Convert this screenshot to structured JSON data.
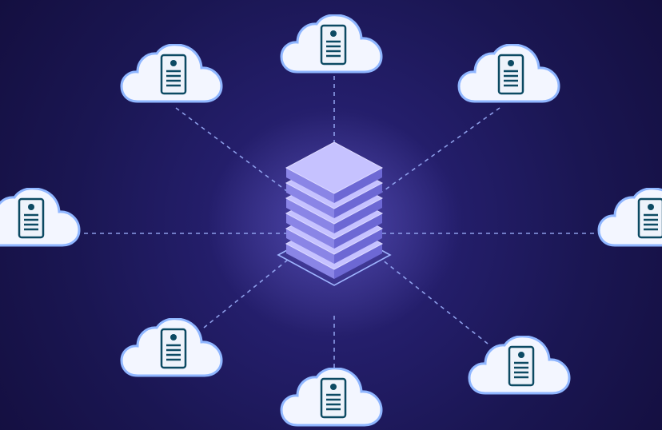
{
  "scene": {
    "description_colors": {
      "background": "#1a1652",
      "glow": "#3b3486",
      "cloud_fill": "#f3f6ff",
      "cloud_stroke": "#8fb6ff",
      "doc_stroke": "#0c4a63",
      "line_color": "#9fb4ff",
      "server_top": "#c6c2ff",
      "server_side_left": "#8a85e6",
      "server_side_right": "#6d68d4"
    },
    "center": {
      "icon": "server-stack-icon",
      "layers": 6
    },
    "nodes": [
      {
        "name": "cloud-top",
        "icon": "cloud-document-icon"
      },
      {
        "name": "cloud-top-left",
        "icon": "cloud-document-icon"
      },
      {
        "name": "cloud-top-right",
        "icon": "cloud-document-icon"
      },
      {
        "name": "cloud-left",
        "icon": "cloud-document-icon"
      },
      {
        "name": "cloud-right",
        "icon": "cloud-document-icon"
      },
      {
        "name": "cloud-bottom-left",
        "icon": "cloud-document-icon"
      },
      {
        "name": "cloud-bottom",
        "icon": "cloud-document-icon"
      },
      {
        "name": "cloud-bottom-right",
        "icon": "cloud-document-icon"
      }
    ]
  }
}
